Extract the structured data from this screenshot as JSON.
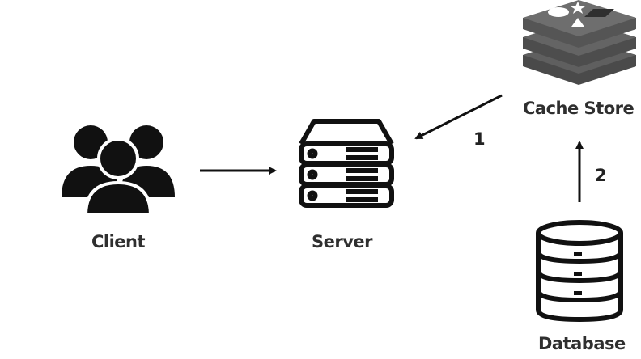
{
  "nodes": {
    "client": {
      "label": "Client",
      "icon": "users-icon"
    },
    "server": {
      "label": "Server",
      "icon": "server-rack-icon"
    },
    "cache": {
      "label": "Cache Store",
      "icon": "redis-stack-icon"
    },
    "database": {
      "label": "Database",
      "icon": "database-cylinder-icon"
    }
  },
  "edges": {
    "cache_to_server": {
      "label": "1"
    },
    "database_to_cache": {
      "label": "2"
    }
  },
  "colors": {
    "icon_dark": "#111111",
    "icon_gray": "#4d4d4d",
    "icon_gray_mid": "#5c5c5c",
    "icon_gray_light": "#6d6d6d",
    "text": "#2f2f2f"
  }
}
